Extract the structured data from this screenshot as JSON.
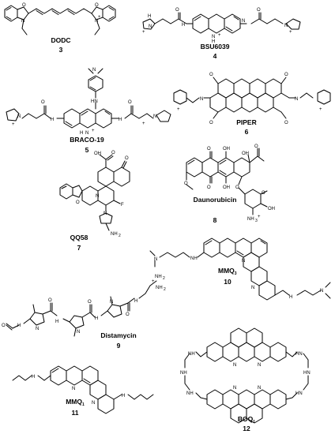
{
  "compounds": [
    {
      "name": "DODC",
      "number": "3"
    },
    {
      "name": "BSU6039",
      "number": "4"
    },
    {
      "name": "BRACO-19",
      "number": "5"
    },
    {
      "name": "PIPER",
      "number": "6"
    },
    {
      "name": "QQ58",
      "number": "7"
    },
    {
      "name": "Daunorubicin",
      "number": "8"
    },
    {
      "name": "Distamycin",
      "number": "9"
    },
    {
      "name": "MMQ",
      "name_sub": "3",
      "number": "10"
    },
    {
      "name": "MMQ",
      "name_sub": "1",
      "number": "11"
    },
    {
      "name": "BOQ",
      "name_sub": "1",
      "number": "12"
    }
  ],
  "atom_labels": {
    "N": "N",
    "NH": "NH",
    "HN": "HN",
    "H": "H",
    "O": "O",
    "OH": "OH",
    "F": "F",
    "NH2": "NH",
    "NH3": "NH",
    "two": "2",
    "three": "3",
    "plus": "+"
  }
}
